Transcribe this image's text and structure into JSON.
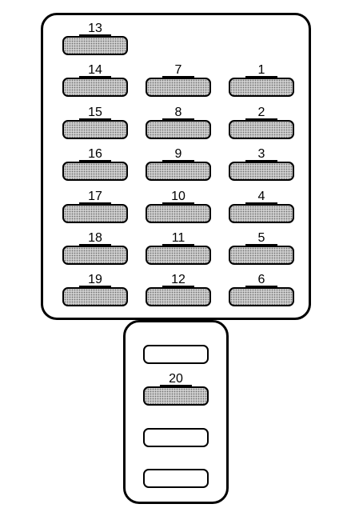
{
  "main_panel": {
    "slots": [
      {
        "label": "13",
        "filled": true
      },
      {
        "label": "14",
        "filled": true
      },
      {
        "label": "15",
        "filled": true
      },
      {
        "label": "16",
        "filled": true
      },
      {
        "label": "17",
        "filled": true
      },
      {
        "label": "18",
        "filled": true
      },
      {
        "label": "19",
        "filled": true
      },
      {
        "label": "7",
        "filled": true
      },
      {
        "label": "8",
        "filled": true
      },
      {
        "label": "9",
        "filled": true
      },
      {
        "label": "10",
        "filled": true
      },
      {
        "label": "11",
        "filled": true
      },
      {
        "label": "12",
        "filled": true
      },
      {
        "label": "1",
        "filled": true
      },
      {
        "label": "2",
        "filled": true
      },
      {
        "label": "3",
        "filled": true
      },
      {
        "label": "4",
        "filled": true
      },
      {
        "label": "5",
        "filled": true
      },
      {
        "label": "6",
        "filled": true
      }
    ]
  },
  "sub_panel": {
    "slots": [
      {
        "label": "",
        "filled": false
      },
      {
        "label": "20",
        "filled": true
      },
      {
        "label": "",
        "filled": false
      },
      {
        "label": "",
        "filled": false
      }
    ]
  }
}
